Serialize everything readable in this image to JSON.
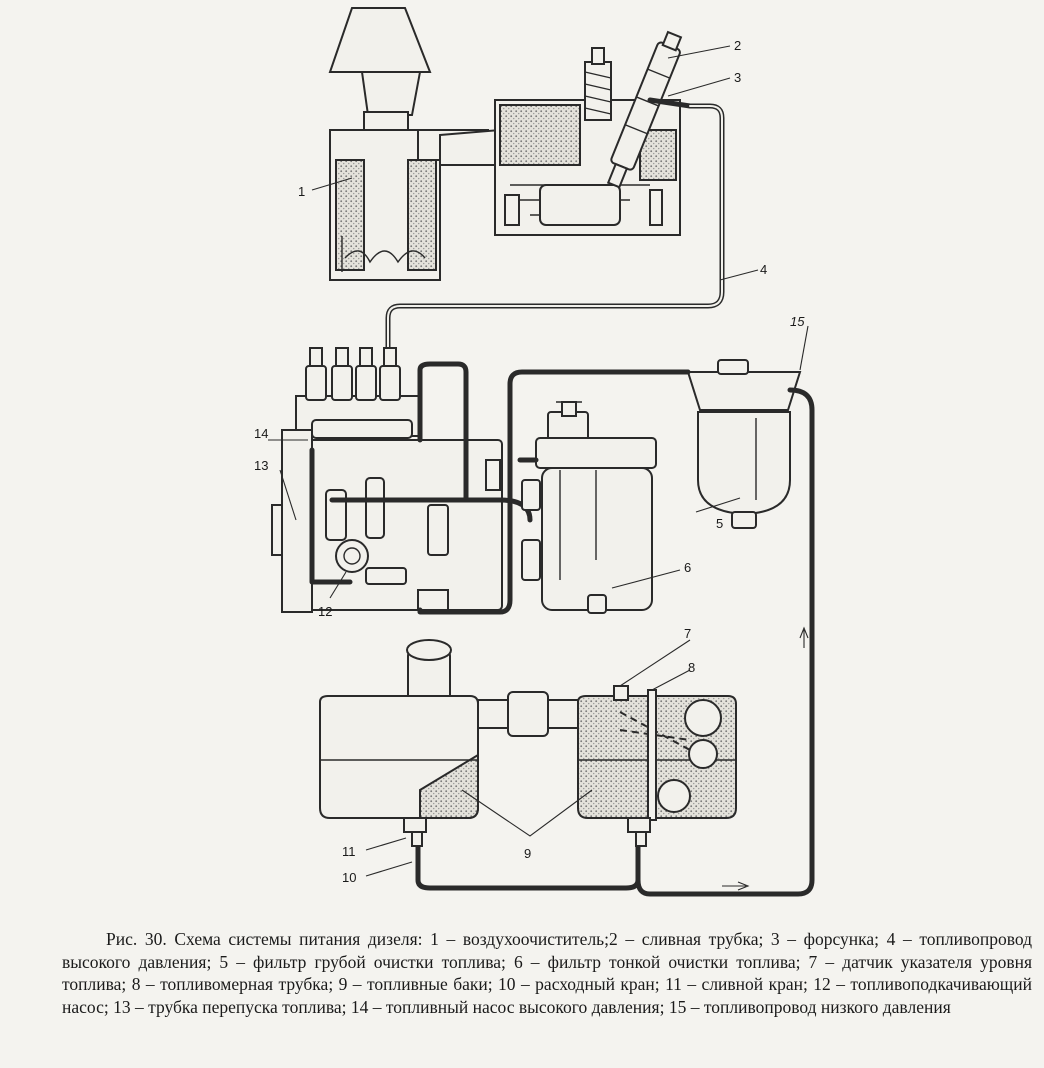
{
  "labels": {
    "l1": "1",
    "l2": "2",
    "l3": "3",
    "l4": "4",
    "l5": "5",
    "l6": "6",
    "l7": "7",
    "l8": "8",
    "l9": "9",
    "l10": "10",
    "l11": "11",
    "l12": "12",
    "l13": "13",
    "l14": "14",
    "l15": "15"
  },
  "caption": {
    "text": "Рис. 30. Схема системы питания дизеля: 1 – воздухоочиститель;2 – сливная трубка; 3 – форсунка; 4 – топливопровод высокого давления; 5 – фильтр грубой очистки топлива; 6 – фильтр тонкой очистки топлива; 7 – датчик указателя уровня топлива; 8 – топливомерная трубка; 9 – топливные баки; 10 – расходный кран; 11 – сливной кран; 12 – топливоподкачивающий насос; 13 – трубка перепуска топлива; 14 – топливный насос высокого давления; 15 – топливопровод низкого давления"
  }
}
